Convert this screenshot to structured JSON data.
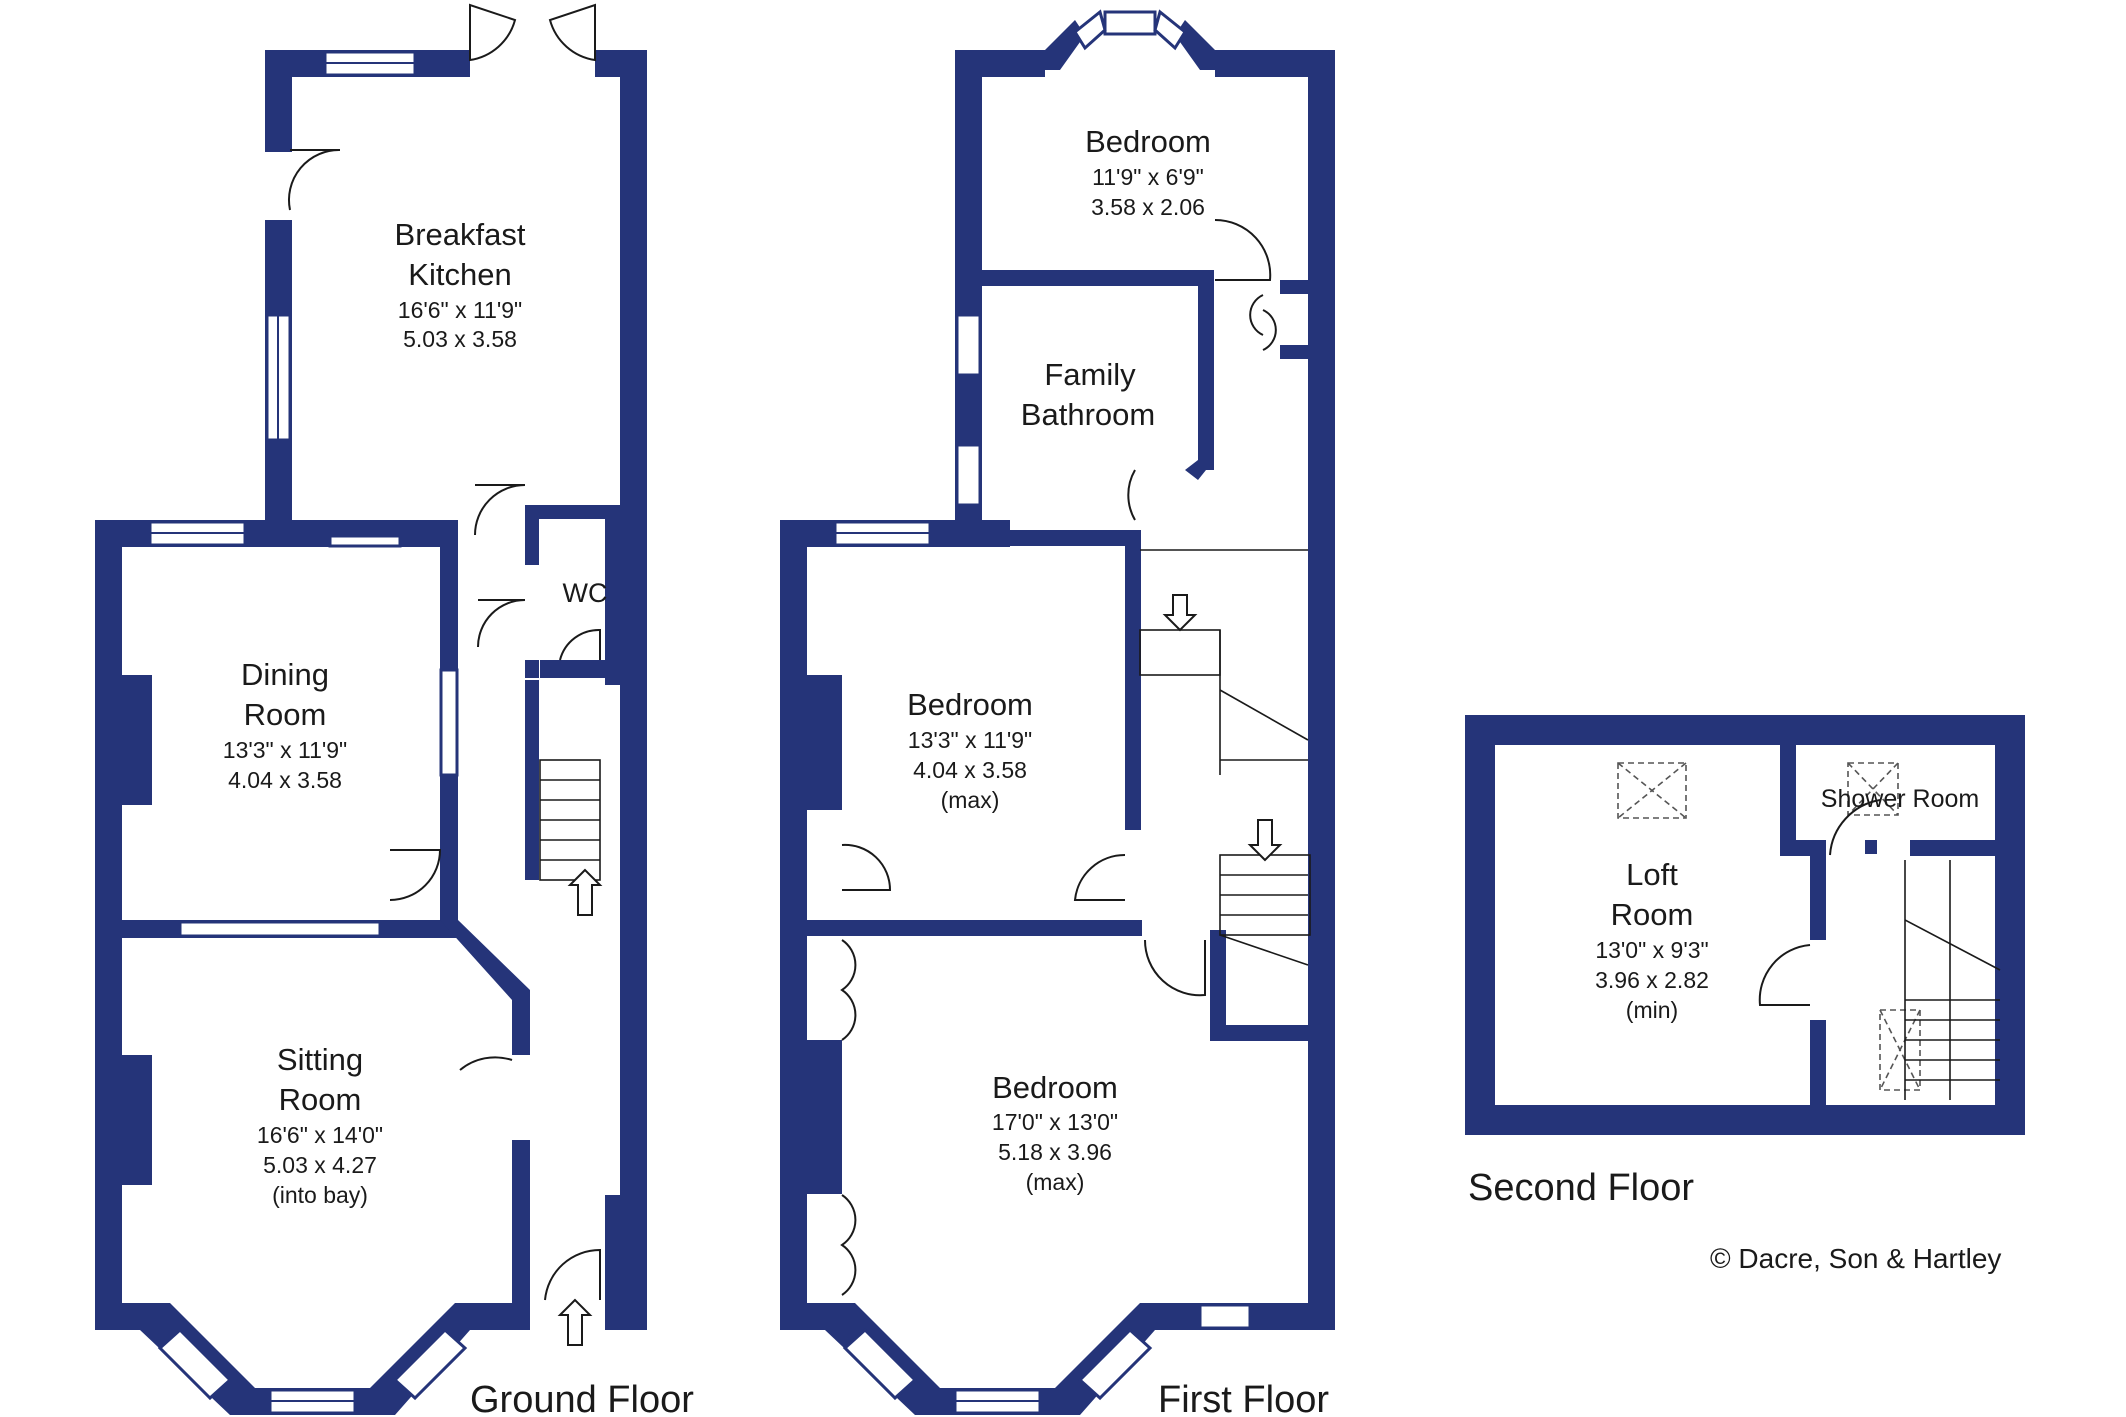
{
  "floors": {
    "ground": {
      "label": "Ground Floor"
    },
    "first": {
      "label": "First Floor"
    },
    "second": {
      "label": "Second Floor"
    }
  },
  "rooms": {
    "breakfast_kitchen": {
      "name1": "Breakfast",
      "name2": "Kitchen",
      "imperial": "16'6\"  x  11'9\"",
      "metric": "5.03  x  3.58"
    },
    "wc": {
      "name": "WC"
    },
    "dining_room": {
      "name1": "Dining",
      "name2": "Room",
      "imperial": "13'3\"  x  11'9\"",
      "metric": "4.04  x  3.58"
    },
    "sitting_room": {
      "name1": "Sitting",
      "name2": "Room",
      "imperial": "16'6\"  x  14'0\"",
      "metric": "5.03  x  4.27",
      "note": "(into bay)"
    },
    "bedroom_rear": {
      "name": "Bedroom",
      "imperial": "11'9\"  x   6'9\"",
      "metric": "3.58  x  2.06"
    },
    "family_bathroom": {
      "name1": "Family",
      "name2": "Bathroom"
    },
    "bedroom_middle": {
      "name": "Bedroom",
      "imperial": "13'3\"  x  11'9\"",
      "metric": "4.04  x  3.58",
      "note": "(max)"
    },
    "bedroom_front": {
      "name": "Bedroom",
      "imperial": "17'0\"  x  13'0\"",
      "metric": "5.18  x  3.96",
      "note": "(max)"
    },
    "loft_room": {
      "name1": "Loft",
      "name2": "Room",
      "imperial": "13'0\"  x  9'3\"",
      "metric": "3.96  x  2.82",
      "note": "(min)"
    },
    "shower_room": {
      "name": "Shower Room"
    }
  },
  "copyright": "© Dacre, Son & Hartley",
  "colors": {
    "wall": "#253479",
    "text": "#1a1a1a",
    "background": "#ffffff"
  }
}
